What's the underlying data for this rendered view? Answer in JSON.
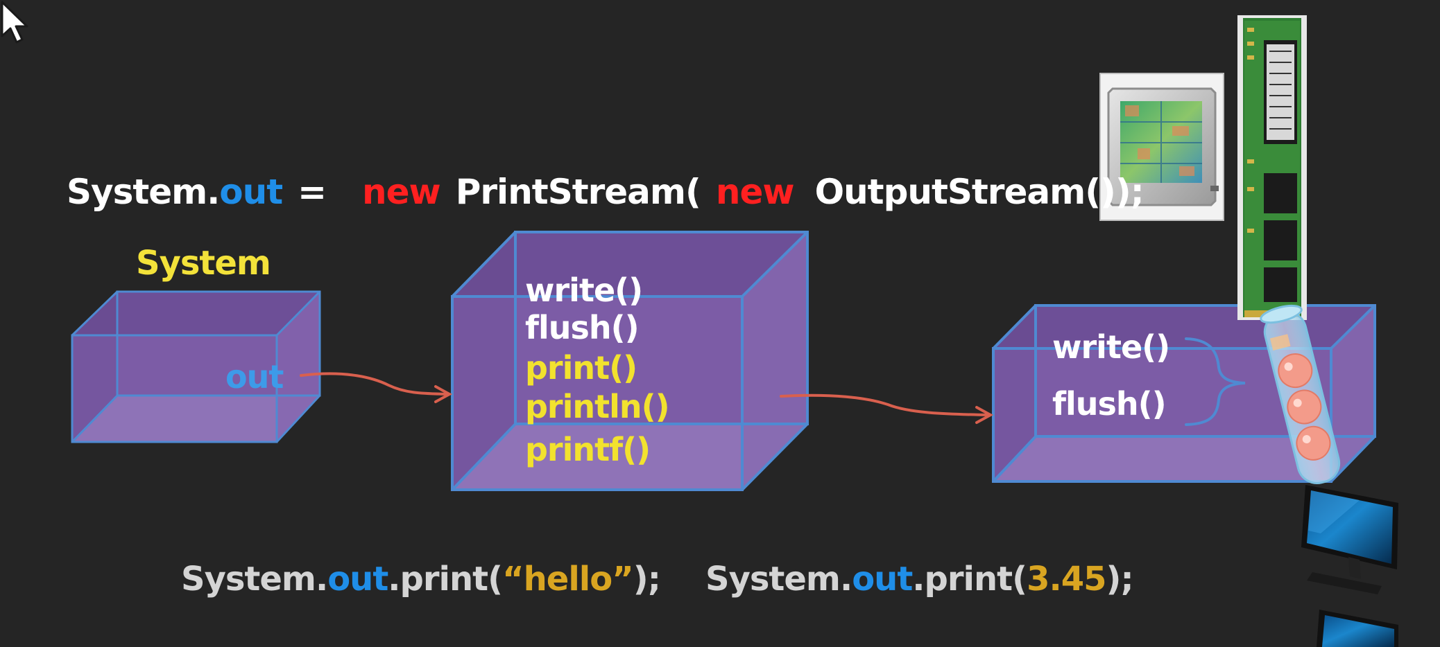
{
  "top_code": {
    "system": "System.",
    "out": "out",
    "equals": "=",
    "new1": "new",
    "printstream": "PrintStream(",
    "new2": "new",
    "outputstream": "OutputStream());"
  },
  "system_box": {
    "label": "System",
    "field": "out"
  },
  "printstream_box": {
    "methods": [
      "write()",
      "flush()",
      "print()",
      "println()",
      "printf()"
    ]
  },
  "outputstream_box": {
    "methods": [
      "write()",
      "flush()"
    ]
  },
  "bottom_code": {
    "left": {
      "prefix": "System.",
      "out": "out",
      "call": ".print(",
      "arg": "“hello”",
      "suffix": ");"
    },
    "right": {
      "prefix": "System.",
      "out": "out",
      "call": ".print(",
      "arg": "3.45",
      "suffix": ");"
    }
  },
  "icons": [
    "cpu-chip-icon",
    "ram-module-icon",
    "buffer-tube-icon",
    "monitor-icon",
    "monitor-partial-icon",
    "mouse-cursor-icon"
  ],
  "colors": {
    "background": "#252525",
    "box_fill": "#7b5aa6",
    "box_edge": "#4f8ad2",
    "keyword_red": "#ff2020",
    "field_blue": "#1f8ee8",
    "method_yellow": "#f2e22e",
    "literal_gold": "#d9a521",
    "arrow": "#d9604e"
  }
}
